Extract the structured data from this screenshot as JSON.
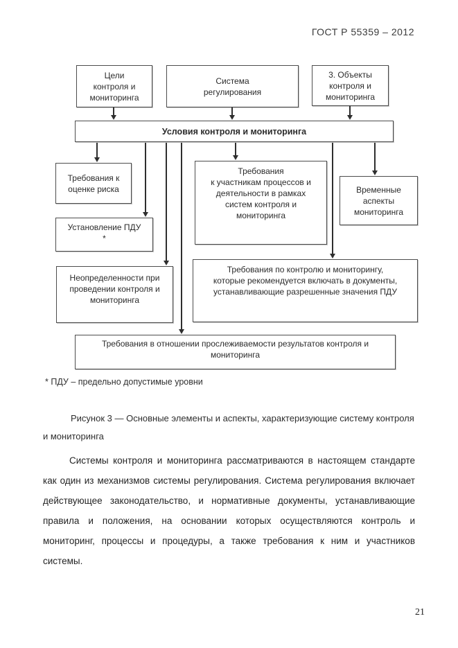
{
  "page": {
    "header": "ГОСТ Р 55359 – 2012",
    "page_number": "21"
  },
  "diagram": {
    "boxes": {
      "goals": {
        "text": "Цели\nконтроля и\nмониторинга"
      },
      "regulation_system": {
        "text": "Система\nрегулирования"
      },
      "objects": {
        "text": "3. Объекты\nконтроля и\nмониторинга"
      },
      "conditions": {
        "text": "Условия контроля и мониторинга"
      },
      "risk_assessment": {
        "text": "Требования к\nоценке риска"
      },
      "pdu_setting": {
        "text": "Установление ПДУ\n*"
      },
      "participants": {
        "text": "Требования\nк участникам процессов и\nдеятельности в рамках\nсистем контроля и\nмониторинга"
      },
      "temporal_aspects": {
        "text": "Временные\nаспекты\nмониторинга"
      },
      "uncertainties": {
        "text": "Неопределенности при\nпроведении контроля и\nмониторинга"
      },
      "control_requirements": {
        "text": "Требования по контролю и мониторингу,\nкоторые рекомендуется включать в документы,\nустанавливающие разрешенные значения ПДУ"
      },
      "traceability": {
        "text": "Требования в отношении прослеживаемости результатов контроля и\nмониторинга"
      }
    },
    "footnote": "* ПДУ – предельно допустимые уровни",
    "caption": "Рисунок 3 — Основные элементы и аспекты, характеризующие систему контроля и мониторинга"
  },
  "body_text": {
    "paragraph": "Системы контроля и мониторинга рассматриваются в настоящем стандарте как один из механизмов системы регулирования. Система регулирования включает действующее законодательство, и нормативные документы, устанавливающие правила и положения, на основании которых осуществляются контроль и мониторинг, процессы и процедуры, а также требования к ним и участников системы."
  }
}
